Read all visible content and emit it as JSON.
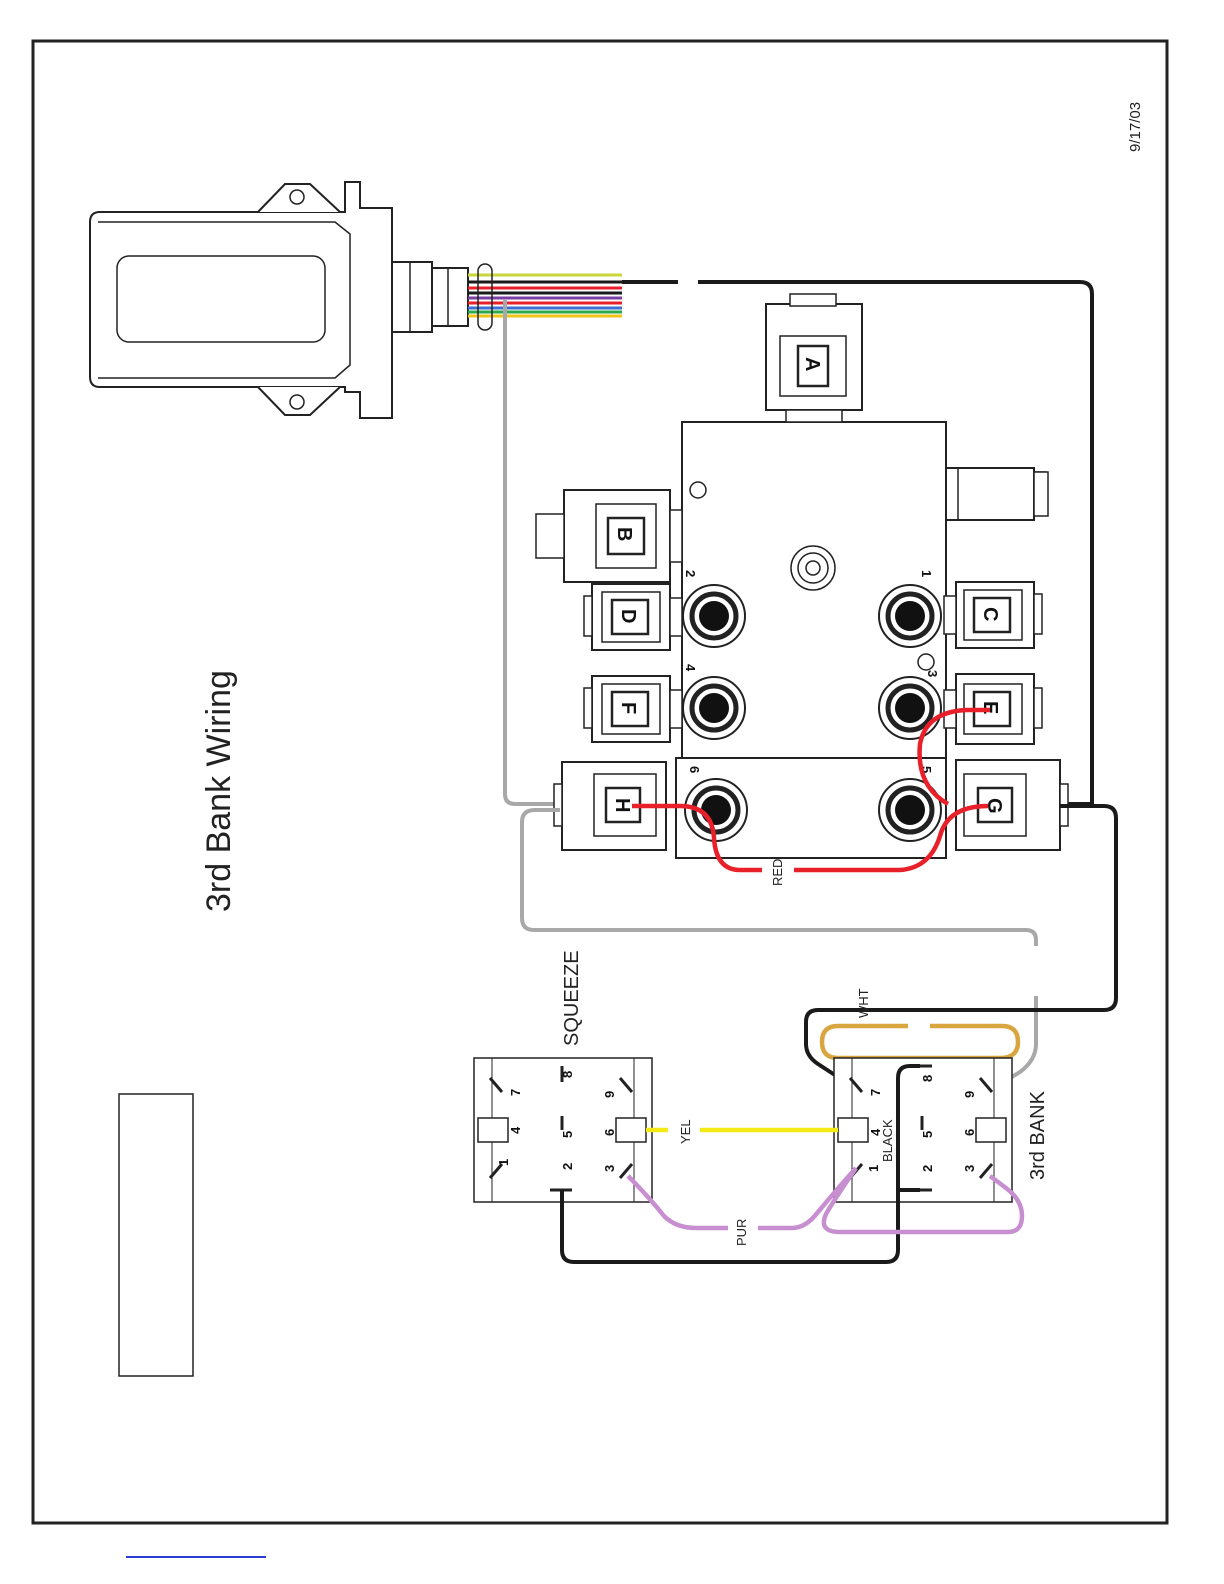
{
  "title": "3rd Bank Wiring",
  "date": "9/17/03",
  "switches": {
    "squeeze": {
      "label": "SQUEEZE",
      "pins": [
        "1",
        "2",
        "3",
        "4",
        "5",
        "6",
        "7",
        "8",
        "9"
      ]
    },
    "bank": {
      "label": "3rd BANK",
      "pins": [
        "1",
        "2",
        "3",
        "4",
        "5",
        "6",
        "7",
        "8",
        "9"
      ]
    }
  },
  "valves": [
    "A",
    "B",
    "C",
    "D",
    "E",
    "F",
    "G",
    "H"
  ],
  "ports": [
    "1",
    "2",
    "3",
    "4",
    "5",
    "6"
  ],
  "wires": {
    "red": {
      "label": "RED",
      "color": "#e8202a"
    },
    "yellow": {
      "label": "YEL",
      "color": "#f5ea14"
    },
    "purple": {
      "label": "PUR",
      "color": "#c78fd0"
    },
    "white": {
      "label": "WHT",
      "color": "#d9a53e"
    },
    "black": {
      "label": "BLACK",
      "color": "#1a1a1a"
    },
    "gray": {
      "color": "#a8a8a8"
    }
  },
  "harness_colors": [
    "#c8d63a",
    "#1a1a1a",
    "#e8202a",
    "#1a1a1a",
    "#7a3fa0",
    "#e8202a",
    "#3b6fd1",
    "#2aa84a",
    "#7a8a96",
    "#f1c319"
  ]
}
